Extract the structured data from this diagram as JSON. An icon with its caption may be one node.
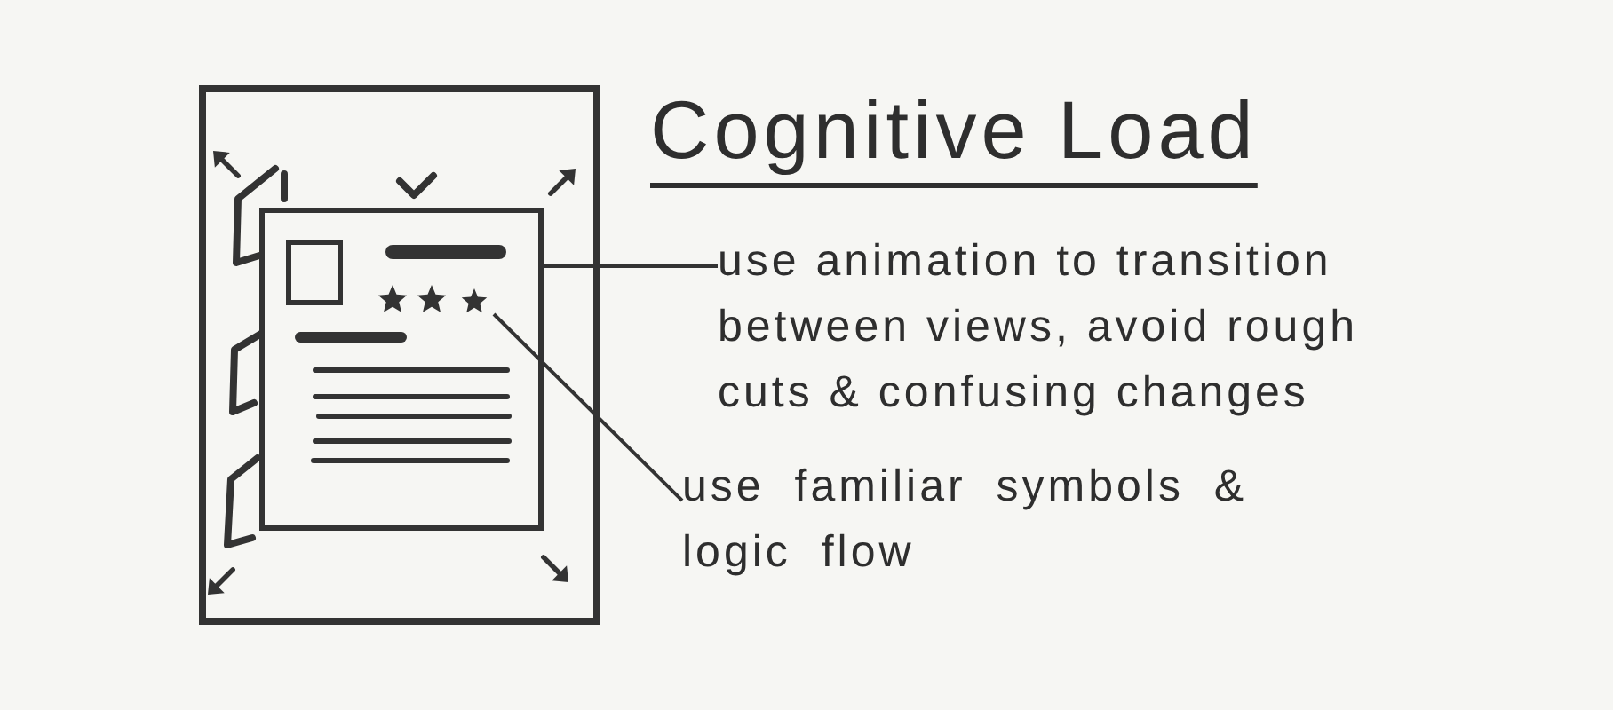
{
  "diagram": {
    "title": "Cognitive Load",
    "nodes": [
      {
        "text": [],
        "shape": "box"
      },
      {
        "text": [],
        "shape": "star",
        "in": 0
      },
      {
        "text": [
          "use animation to transition between views, avoid rough cuts & confusing changes"
        ]
      },
      {
        "text": [
          "use familiar symbols & logic flow"
        ]
      }
    ],
    "edges": [
      {
        "from": 2,
        "to": 0,
        "arrow": "none"
      },
      {
        "from": 3,
        "to": 1,
        "arrow": "none"
      }
    ]
  }
}
